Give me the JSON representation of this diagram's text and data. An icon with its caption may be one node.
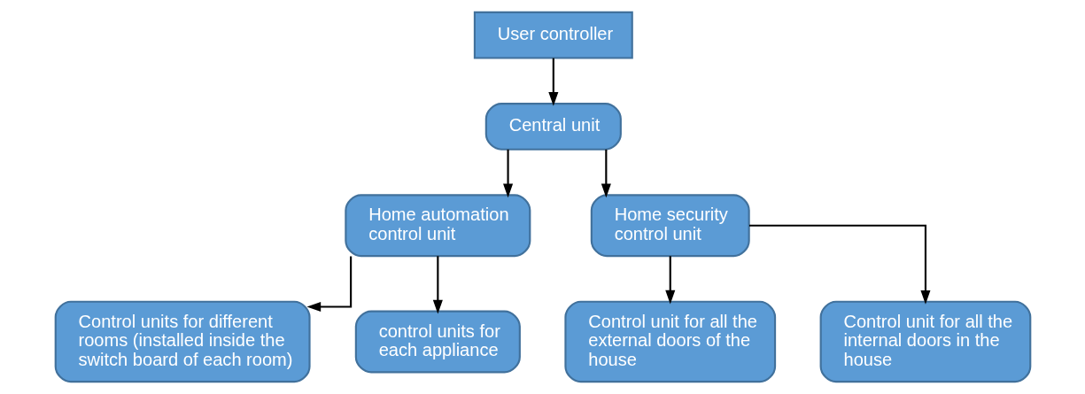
{
  "diagram": {
    "nodes": [
      {
        "text": [
          "User controller"
        ]
      },
      {
        "text": [
          "Central unit"
        ]
      },
      {
        "text": [
          "Home automation control unit"
        ]
      },
      {
        "text": [
          "Home security control unit"
        ]
      },
      {
        "text": [
          "Control units for different rooms (installed inside the switch board of each room)"
        ]
      },
      {
        "text": [
          "control units for each appliance"
        ]
      },
      {
        "text": [
          "Control unit for all the external doors of the house"
        ]
      },
      {
        "text": [
          "Control unit for all the internal doors in the house"
        ]
      }
    ],
    "edges": [
      {
        "from": 0,
        "to": 1,
        "arrow": "to"
      },
      {
        "from": 1,
        "to": 2,
        "arrow": "to"
      },
      {
        "from": 1,
        "to": 3,
        "arrow": "to"
      },
      {
        "from": 2,
        "to": 4,
        "arrow": "to"
      },
      {
        "from": 2,
        "to": 5,
        "arrow": "to"
      },
      {
        "from": 3,
        "to": 6,
        "arrow": "to"
      },
      {
        "from": 3,
        "to": 7,
        "arrow": "to"
      }
    ]
  }
}
